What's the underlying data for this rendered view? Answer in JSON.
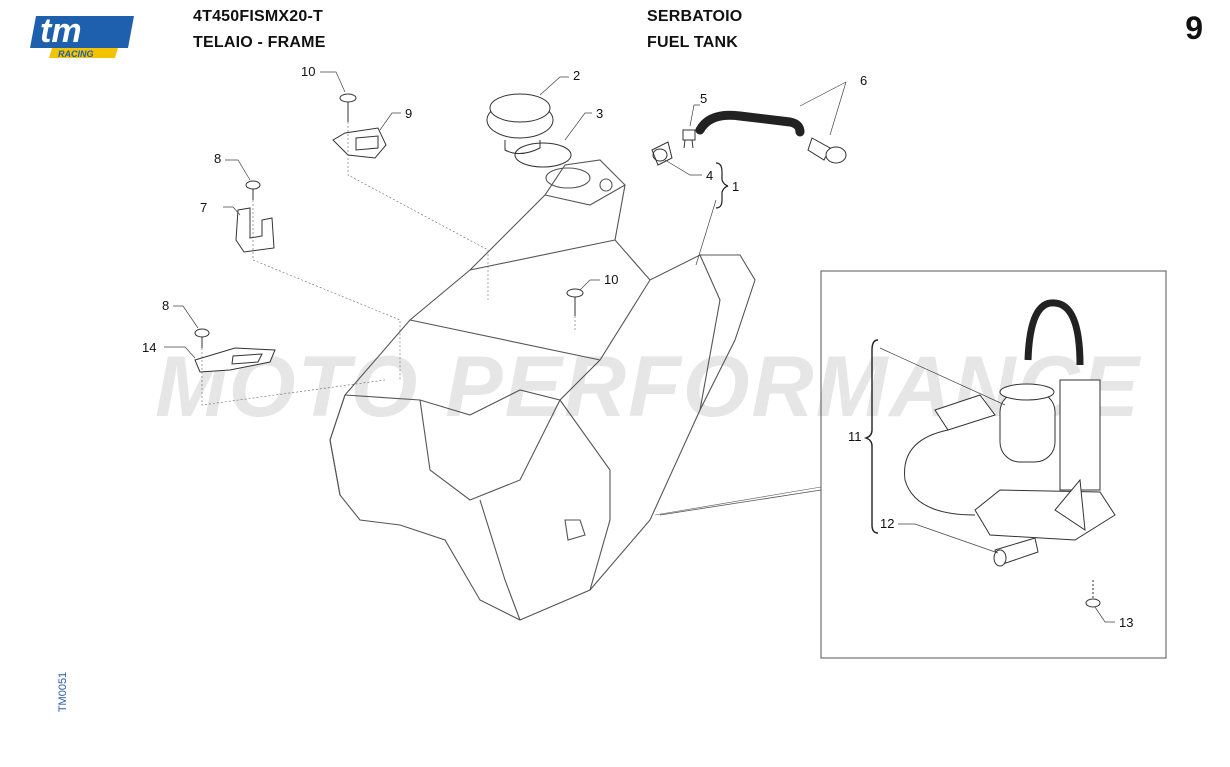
{
  "header": {
    "model_code": "4T450FISMX20-T",
    "group_it": "TELAIO - FRAME",
    "section_it": "SERBATOIO",
    "section_en": "FUEL TANK",
    "page_number": "9"
  },
  "logo": {
    "brand": "tm",
    "tagline": "RACING"
  },
  "watermark": "MOTO PERFORMANCE",
  "drawing_code": "TM0051",
  "callouts": [
    "1",
    "2",
    "3",
    "4",
    "5",
    "6",
    "7",
    "8",
    "8",
    "9",
    "10",
    "10",
    "11",
    "12",
    "13",
    "14"
  ],
  "colors": {
    "logo_blue": "#1e5fae",
    "logo_yellow": "#f3c300",
    "line": "#333333",
    "code_blue": "#2b5aa8"
  }
}
